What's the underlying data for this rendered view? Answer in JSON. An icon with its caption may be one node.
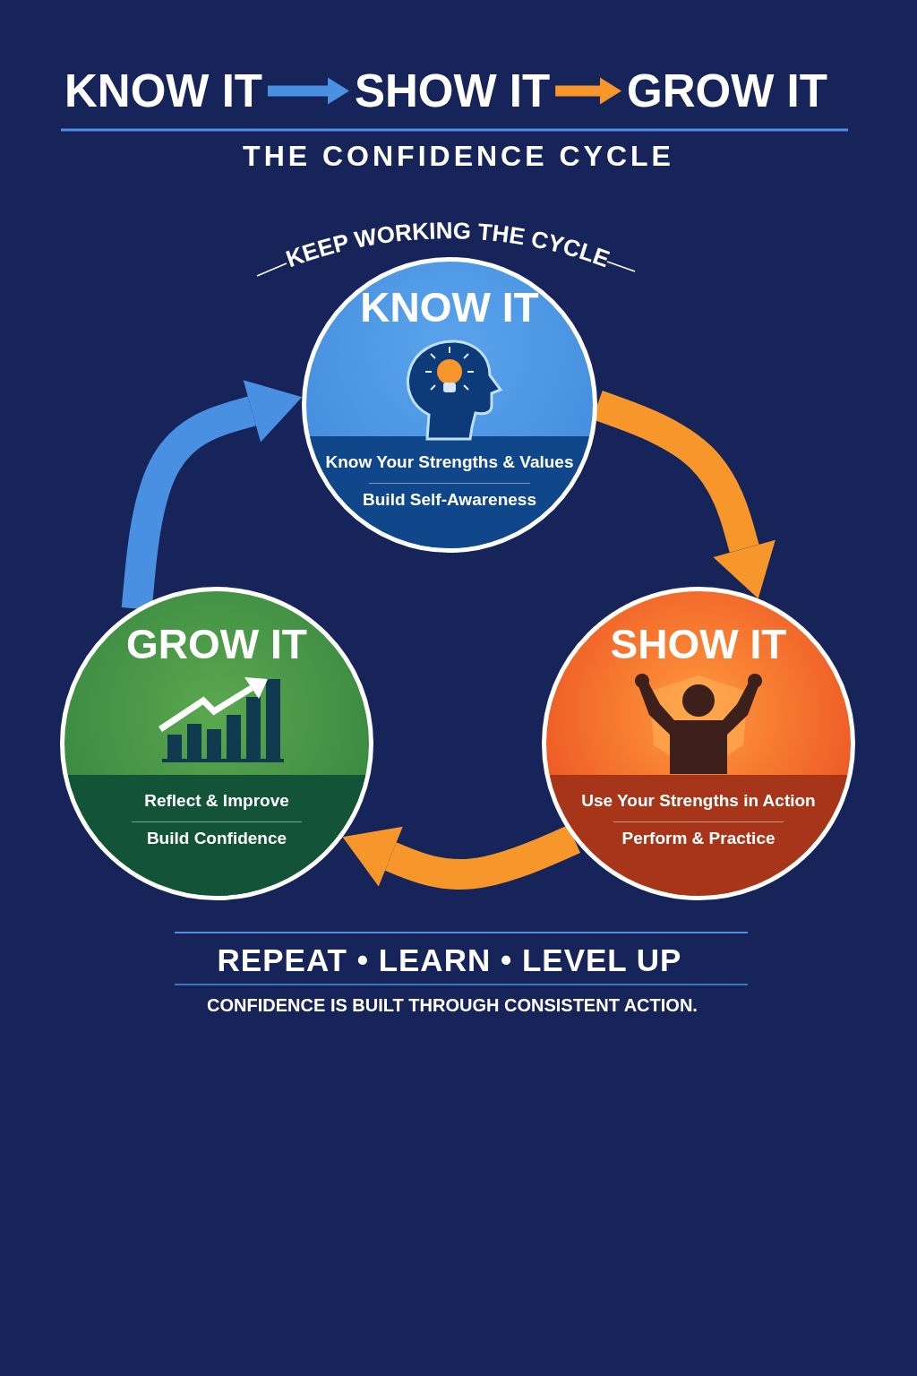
{
  "diagram": {
    "title": "THE CONFIDENCE CYCLE",
    "nodes": [
      {
        "text": [
          "KNOW IT"
        ]
      },
      {
        "text": [
          "SHOW IT"
        ]
      },
      {
        "text": [
          "GROW IT"
        ]
      },
      {
        "text": [
          "KNOW IT",
          "Know Your Strengths & Values",
          "Build Self-Awareness"
        ]
      },
      {
        "text": [
          "SHOW IT",
          "Use Your Strengths in Action",
          "Perform & Practice"
        ]
      },
      {
        "text": [
          "GROW IT",
          "Reflect & Improve",
          "Build Confidence"
        ]
      }
    ],
    "edges": [
      {
        "from": 0,
        "to": 1,
        "arrow": "to",
        "color": "#4a90e2"
      },
      {
        "from": 1,
        "to": 2,
        "arrow": "to"
      },
      {
        "from": 3,
        "to": 4,
        "arrow": "to"
      },
      {
        "from": 4,
        "to": 5,
        "arrow": "to"
      },
      {
        "from": 5,
        "to": 3,
        "arrow": "to",
        "color": "#4a90e2"
      }
    ],
    "labels": [
      "KEEP WORKING THE CYCLE",
      "REPEAT • LEARN • LEVEL UP",
      "CONFIDENCE IS BUILT THROUGH CONSISTENT ACTION."
    ]
  }
}
